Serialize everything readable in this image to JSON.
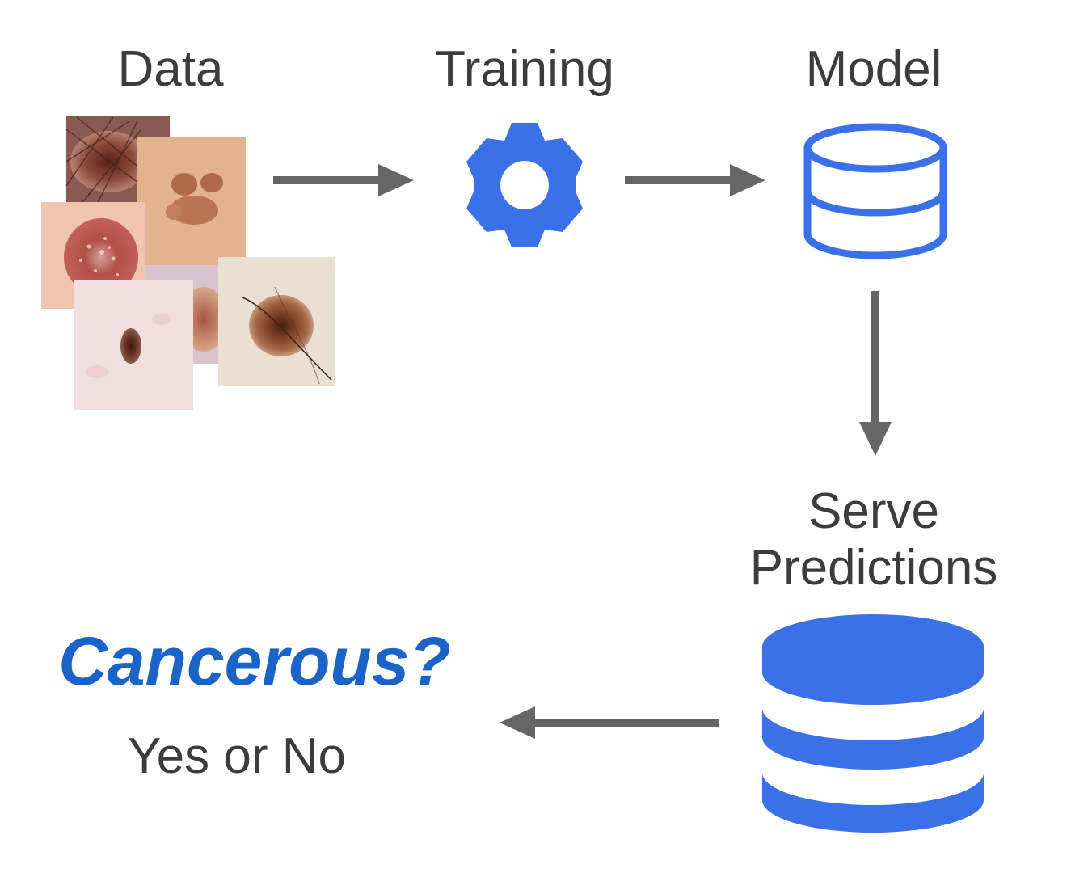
{
  "steps": {
    "data": "Data",
    "training": "Training",
    "model": "Model",
    "serve_line1": "Serve",
    "serve_line2": "Predictions"
  },
  "result": {
    "question": "Cancerous?",
    "answer": "Yes or No"
  },
  "colors": {
    "accent_blue": "#3a70e8",
    "question_blue": "#1a63c9",
    "arrow_gray": "#666666",
    "text": "#3c3c3c"
  },
  "icons": {
    "training": "gear-icon",
    "model": "database-outline-icon",
    "serve": "database-filled-icon"
  }
}
